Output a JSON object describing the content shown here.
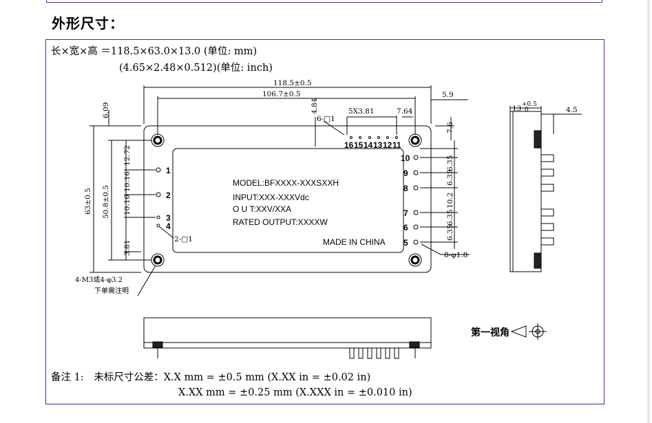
{
  "heading": "外形尺寸：",
  "dimensions": {
    "metric_line": "长×宽×高 ＝118.5×63.0×13.0 (单位: mm)",
    "imperial_line": "(4.65×2.48×0.512)(单位: inch)"
  },
  "drawing": {
    "top_dims": {
      "overall_length": "118.5±0.5",
      "hole_spacing": "106.7±0.5",
      "right_offset": "5.9",
      "top_offset": "4.84",
      "pin_pitch": "5X3.81",
      "pin_end": "7.64",
      "left_top": "6.09",
      "right_top": "7.6"
    },
    "side_dims": {
      "overall_height": "63±0.5",
      "hole_height": "50.8±0.5",
      "left_gap_1": "12.72",
      "left_gap_2": "10.16",
      "left_gap_3": "10.16",
      "left_bottom": "3.81",
      "right_gaps": [
        "6.35",
        "6.35",
        "10.2",
        "6.35",
        "6.35"
      ]
    },
    "side_view_dims": {
      "height": "13",
      "tolerance_plus": "+0.5",
      "tolerance_minus": "0",
      "pin_len": "4.5"
    },
    "callouts": {
      "top_connector": "6-□1",
      "left_connector": "2-□1",
      "pin_dia": "8-φ1.8",
      "mount_holes": "4-M3或4-φ3.2",
      "mount_note": "下单需注明"
    },
    "label": {
      "model": "MODEL:BFXXXX-XXXSXXH",
      "input": "INPUT:XXX-XXXVdc",
      "output": "O U T:XXV/XXA",
      "rated": "RATED OUTPUT:XXXXW",
      "made_in": "MADE IN CHINA"
    },
    "top_pins": [
      "16",
      "15",
      "14",
      "13",
      "12",
      "11"
    ],
    "left_pins": [
      "1",
      "2",
      "3",
      "4"
    ],
    "right_pins": [
      "10",
      "9",
      "8",
      "7",
      "6",
      "5"
    ],
    "projection_label": "第一视角"
  },
  "notes": {
    "note_line1": "备注 1:　未标尺寸公差：X.X mm = ±0.5 mm (X.XX in = ±0.02 in)",
    "note_line2": "X.XX mm = ±0.25 mm (X.XXX in = ±0.010 in)"
  }
}
